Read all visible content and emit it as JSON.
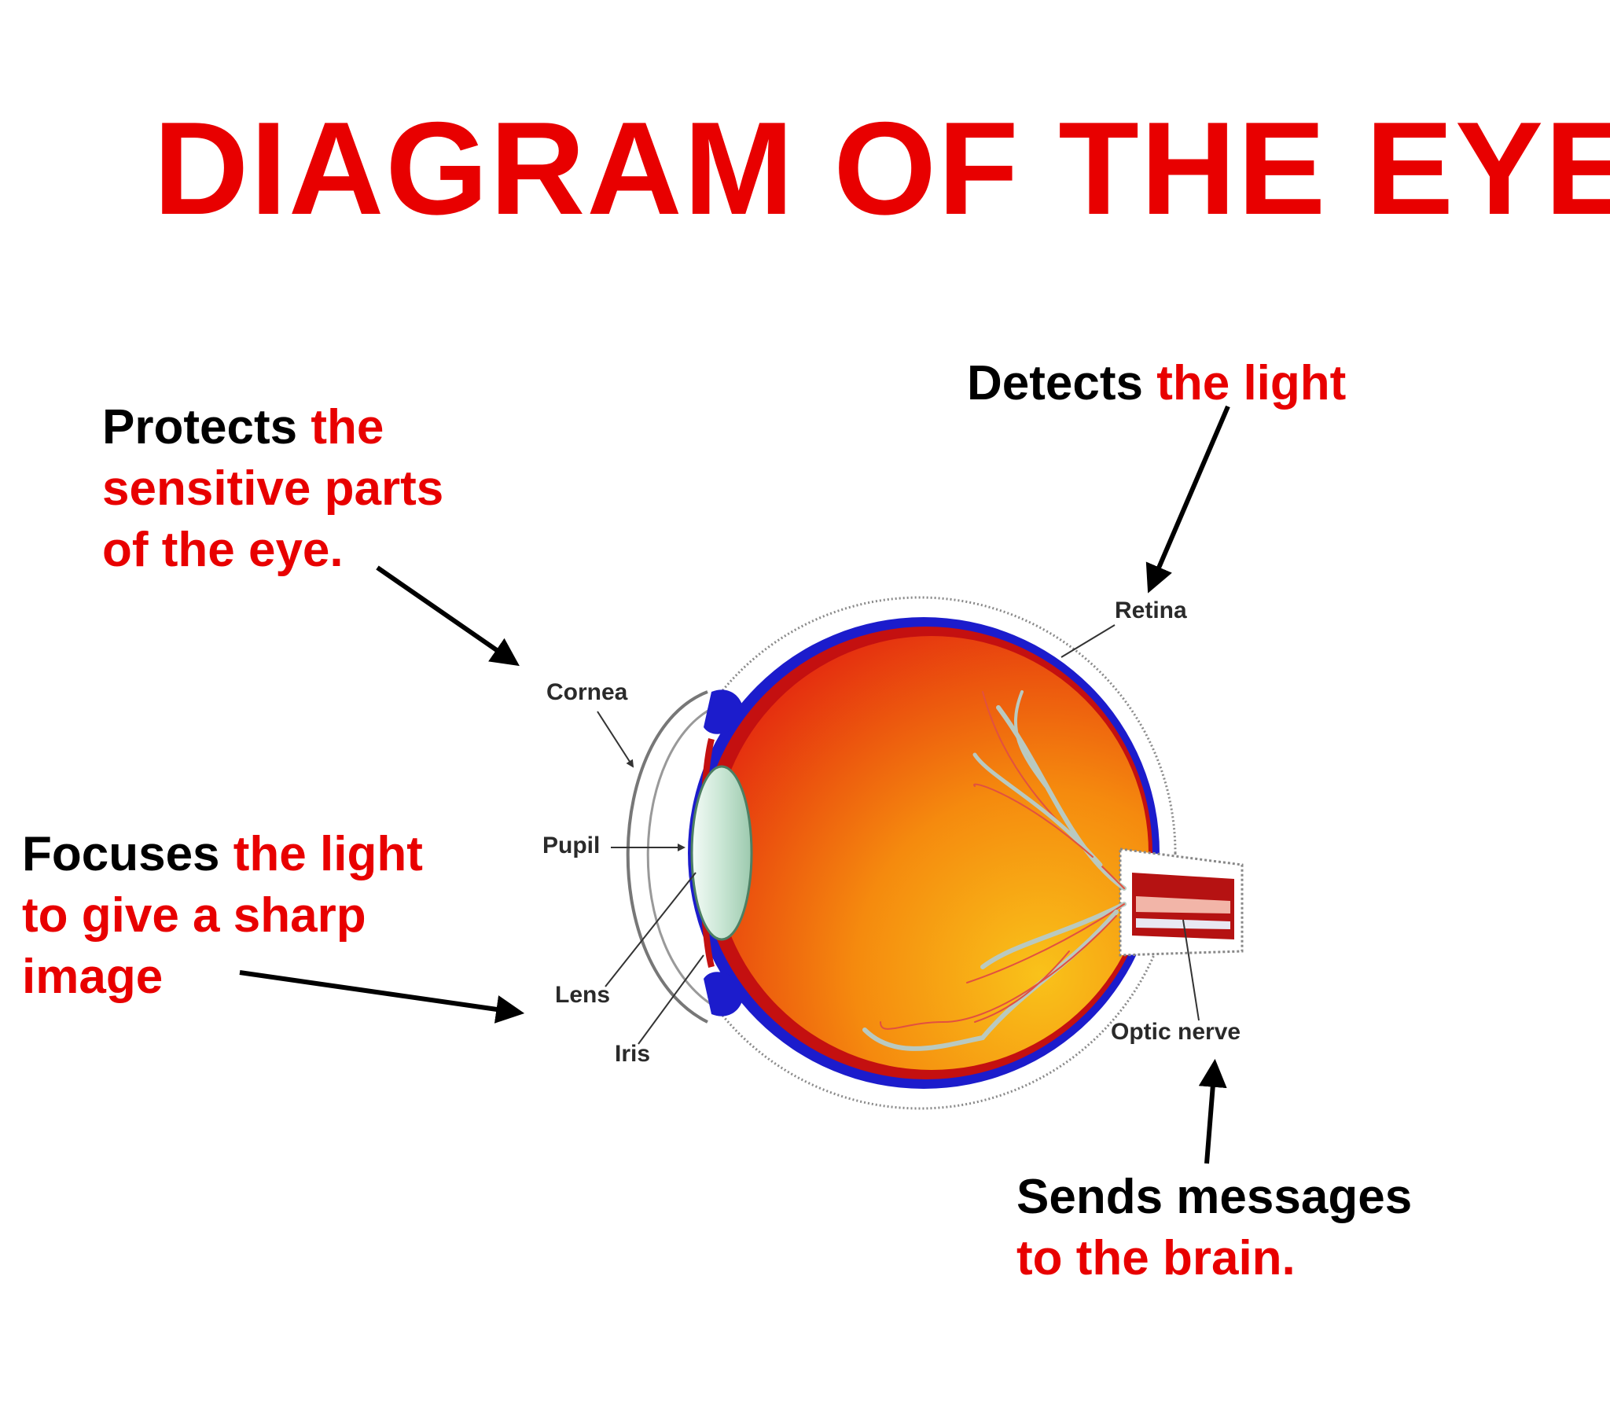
{
  "title": "DIAGRAM OF THE EYE",
  "colors": {
    "title": "#e80000",
    "highlight": "#e80000",
    "text": "#000000",
    "sclera": "#1c1ccc",
    "choroid": "#c41010",
    "lens": "#d8ede2",
    "nerve": "#a01010"
  },
  "callouts": {
    "protects": {
      "black": "Protects",
      "red_first": "the",
      "red_lines": [
        "sensitive parts",
        "of the eye."
      ]
    },
    "detects": {
      "black": "Detects",
      "red_first": "the light"
    },
    "focuses": {
      "black": "Focuses",
      "red_first": "the light",
      "red_lines": [
        "to give a sharp",
        "image"
      ]
    },
    "sends": {
      "black": "Sends messages",
      "red_lines": [
        "to the brain."
      ]
    }
  },
  "parts": {
    "cornea": "Cornea",
    "pupil": "Pupil",
    "lens": "Lens",
    "iris": "Iris",
    "retina": "Retina",
    "optic_nerve": "Optic nerve"
  }
}
